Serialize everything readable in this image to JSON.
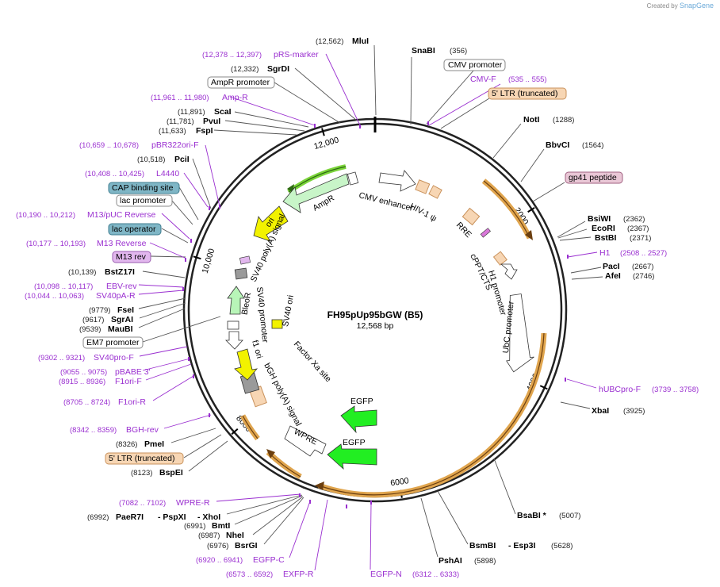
{
  "plasmid": {
    "name": "FH95pUp95bGW (B5)",
    "size_label": "12,568 bp",
    "total_bp": 12568
  },
  "branding": {
    "created_by": "Created by",
    "product": "SnapGene"
  },
  "ring_ticks": [
    {
      "bp": 2000,
      "label": "2000"
    },
    {
      "bp": 4000,
      "label": "4000"
    },
    {
      "bp": 6000,
      "label": "6000"
    },
    {
      "bp": 8000,
      "label": "8000"
    },
    {
      "bp": 10000,
      "label": "10,000"
    },
    {
      "bp": 12000,
      "label": "12,000"
    }
  ],
  "labels": {
    "mlui_pos": "(12,562)",
    "mlui": "MluI",
    "snabi": "SnaBI",
    "snabi_pos": "(356)",
    "cmv_promoter": "CMV promoter",
    "cmvf": "CMV-F",
    "cmvf_pos": "(535 .. 555)",
    "ltr5_right": "5' LTR (truncated)",
    "noti": "NotI",
    "noti_pos": "(1288)",
    "bbvci": "BbvCI",
    "bbvci_pos": "(1564)",
    "gp41": "gp41 peptide",
    "bsiwi": "BsiWI",
    "bsiwi_pos": "(2362)",
    "ecori": "EcoRI",
    "ecori_pos": "(2367)",
    "bstbi": "BstBI",
    "bstbi_pos": "(2371)",
    "h1": "H1",
    "h1_pos": "(2508 .. 2527)",
    "paci": "PacI",
    "paci_pos": "(2667)",
    "afei": "AfeI",
    "afei_pos": "(2746)",
    "hubcprof": "hUBCpro-F",
    "hubcprof_pos": "(3739 .. 3758)",
    "xbai": "XbaI",
    "xbai_pos": "(3925)",
    "bsabi": "BsaBI *",
    "bsabi_pos": "(5007)",
    "bsmbi": "BsmBI",
    "esp3i": "- Esp3I",
    "bsmbi_pos": "(5628)",
    "pshai": "PshAI",
    "pshai_pos": "(5898)",
    "egfpn": "EGFP-N",
    "egfpn_pos": "(6312 .. 6333)",
    "exfpr_pos": "(6573 .. 6592)",
    "exfpr": "EXFP-R",
    "egfpc_pos": "(6920 .. 6941)",
    "egfpc": "EGFP-C",
    "bsrgi_pos": "(6976)",
    "bsrgi": "BsrGI",
    "nhei_pos": "(6987)",
    "nhei": "NheI",
    "bmti_pos": "(6991)",
    "bmti": "BmtI",
    "paer7i_pos": "(6992)",
    "paer7i": "PaeR7I",
    "pspxi": "- PspXI",
    "xhoi": "- XhoI",
    "wprer_pos": "(7082 .. 7102)",
    "wprer": "WPRE-R",
    "bspei_pos": "(8123)",
    "bspei": "BspEI",
    "ltr5_left": "5' LTR (truncated)",
    "pmei_pos": "(8326)",
    "pmei": "PmeI",
    "bghrev_pos": "(8342 .. 8359)",
    "bghrev": "BGH-rev",
    "f1orir_pos": "(8705 .. 8724)",
    "f1orir": "F1ori-R",
    "f1orif_pos": "(8915 .. 8936)",
    "f1orif": "F1ori-F",
    "pbabe3_pos": "(9055 .. 9075)",
    "pbabe3": "pBABE 3'",
    "sv40prof_pos": "(9302 .. 9321)",
    "sv40prof": "SV40pro-F",
    "em7": "EM7 promoter",
    "maubi_pos": "(9539)",
    "maubi": "MauBI",
    "sgrai_pos": "(9617)",
    "sgrai": "SgrAI",
    "fsei_pos": "(9779)",
    "fsei": "FseI",
    "sv40par_pos": "(10,044 .. 10,063)",
    "sv40par": "SV40pA-R",
    "ebvrev_pos": "(10,098 .. 10,117)",
    "ebvrev": "EBV-rev",
    "bstz17i_pos": "(10,139)",
    "bstz17i": "BstZ17I",
    "m13rev": "M13 rev",
    "m13reverse_pos": "(10,177 .. 10,193)",
    "m13reverse": "M13 Reverse",
    "lacop": "lac operator",
    "m13puc_pos": "(10,190 .. 10,212)",
    "m13puc": "M13/pUC Reverse",
    "lacpro": "lac promoter",
    "cap": "CAP binding site",
    "l4440_pos": "(10,408 .. 10,425)",
    "l4440": "L4440",
    "pcii_pos": "(10,518)",
    "pcii": "PciI",
    "pbr322_pos": "(10,659 .. 10,678)",
    "pbr322": "pBR322ori-F",
    "fspi_pos": "(11,633)",
    "fspi": "FspI",
    "pvui_pos": "(11,781)",
    "pvui": "PvuI",
    "scai_pos": "(11,891)",
    "scai": "ScaI",
    "ampr_pos": "(11,961 .. 11,980)",
    "ampr_primer": "Amp-R",
    "ampr_promoter": "AmpR promoter",
    "sgrdi_pos": "(12,332)",
    "sgrdi": "SgrDI",
    "prs_pos": "(12,378 .. 12,397)",
    "prs": "pRS-marker"
  },
  "inner_labels": {
    "cmv_enhancer": "CMV enhancer",
    "hiv1psi": "HIV-1 ψ",
    "rre": "RRE",
    "cppt": "cPPT/CTS",
    "h1_promoter": "H1 promoter",
    "ubc_promoter": "UbC promoter",
    "egfp1": "EGFP",
    "egfp2": "EGFP",
    "wpre": "WPRE",
    "factor_xa": "Factor Xa site",
    "bgh": "bGH poly(A) signal",
    "f1ori": "f1 ori",
    "sv40_promoter": "SV40 promoter",
    "bleor": "BleoR",
    "sv40_ori": "SV40 ori",
    "sv40_polya": "SV40 poly(A) signal",
    "ori": "ori",
    "ampr": "AmpR"
  },
  "colors": {
    "ring": "#222222",
    "primer": "#9a2fd0",
    "ltr": "#f7d6b4",
    "ltr_stroke": "#c9925c",
    "arc": "#e0a54e",
    "arc_dark": "#6b3f10",
    "egfp": "#22ee22",
    "yellow": "#f2f200",
    "promoter_fill": "#ffffff",
    "ampr_fill": "#c8f5c8",
    "gray": "#9a9a9a",
    "cap_fill": "#7fb6c6",
    "lacop_fill": "#7fb6c6",
    "m13_fill": "#e2b7ee",
    "gp41_fill": "#e9c7d6"
  }
}
